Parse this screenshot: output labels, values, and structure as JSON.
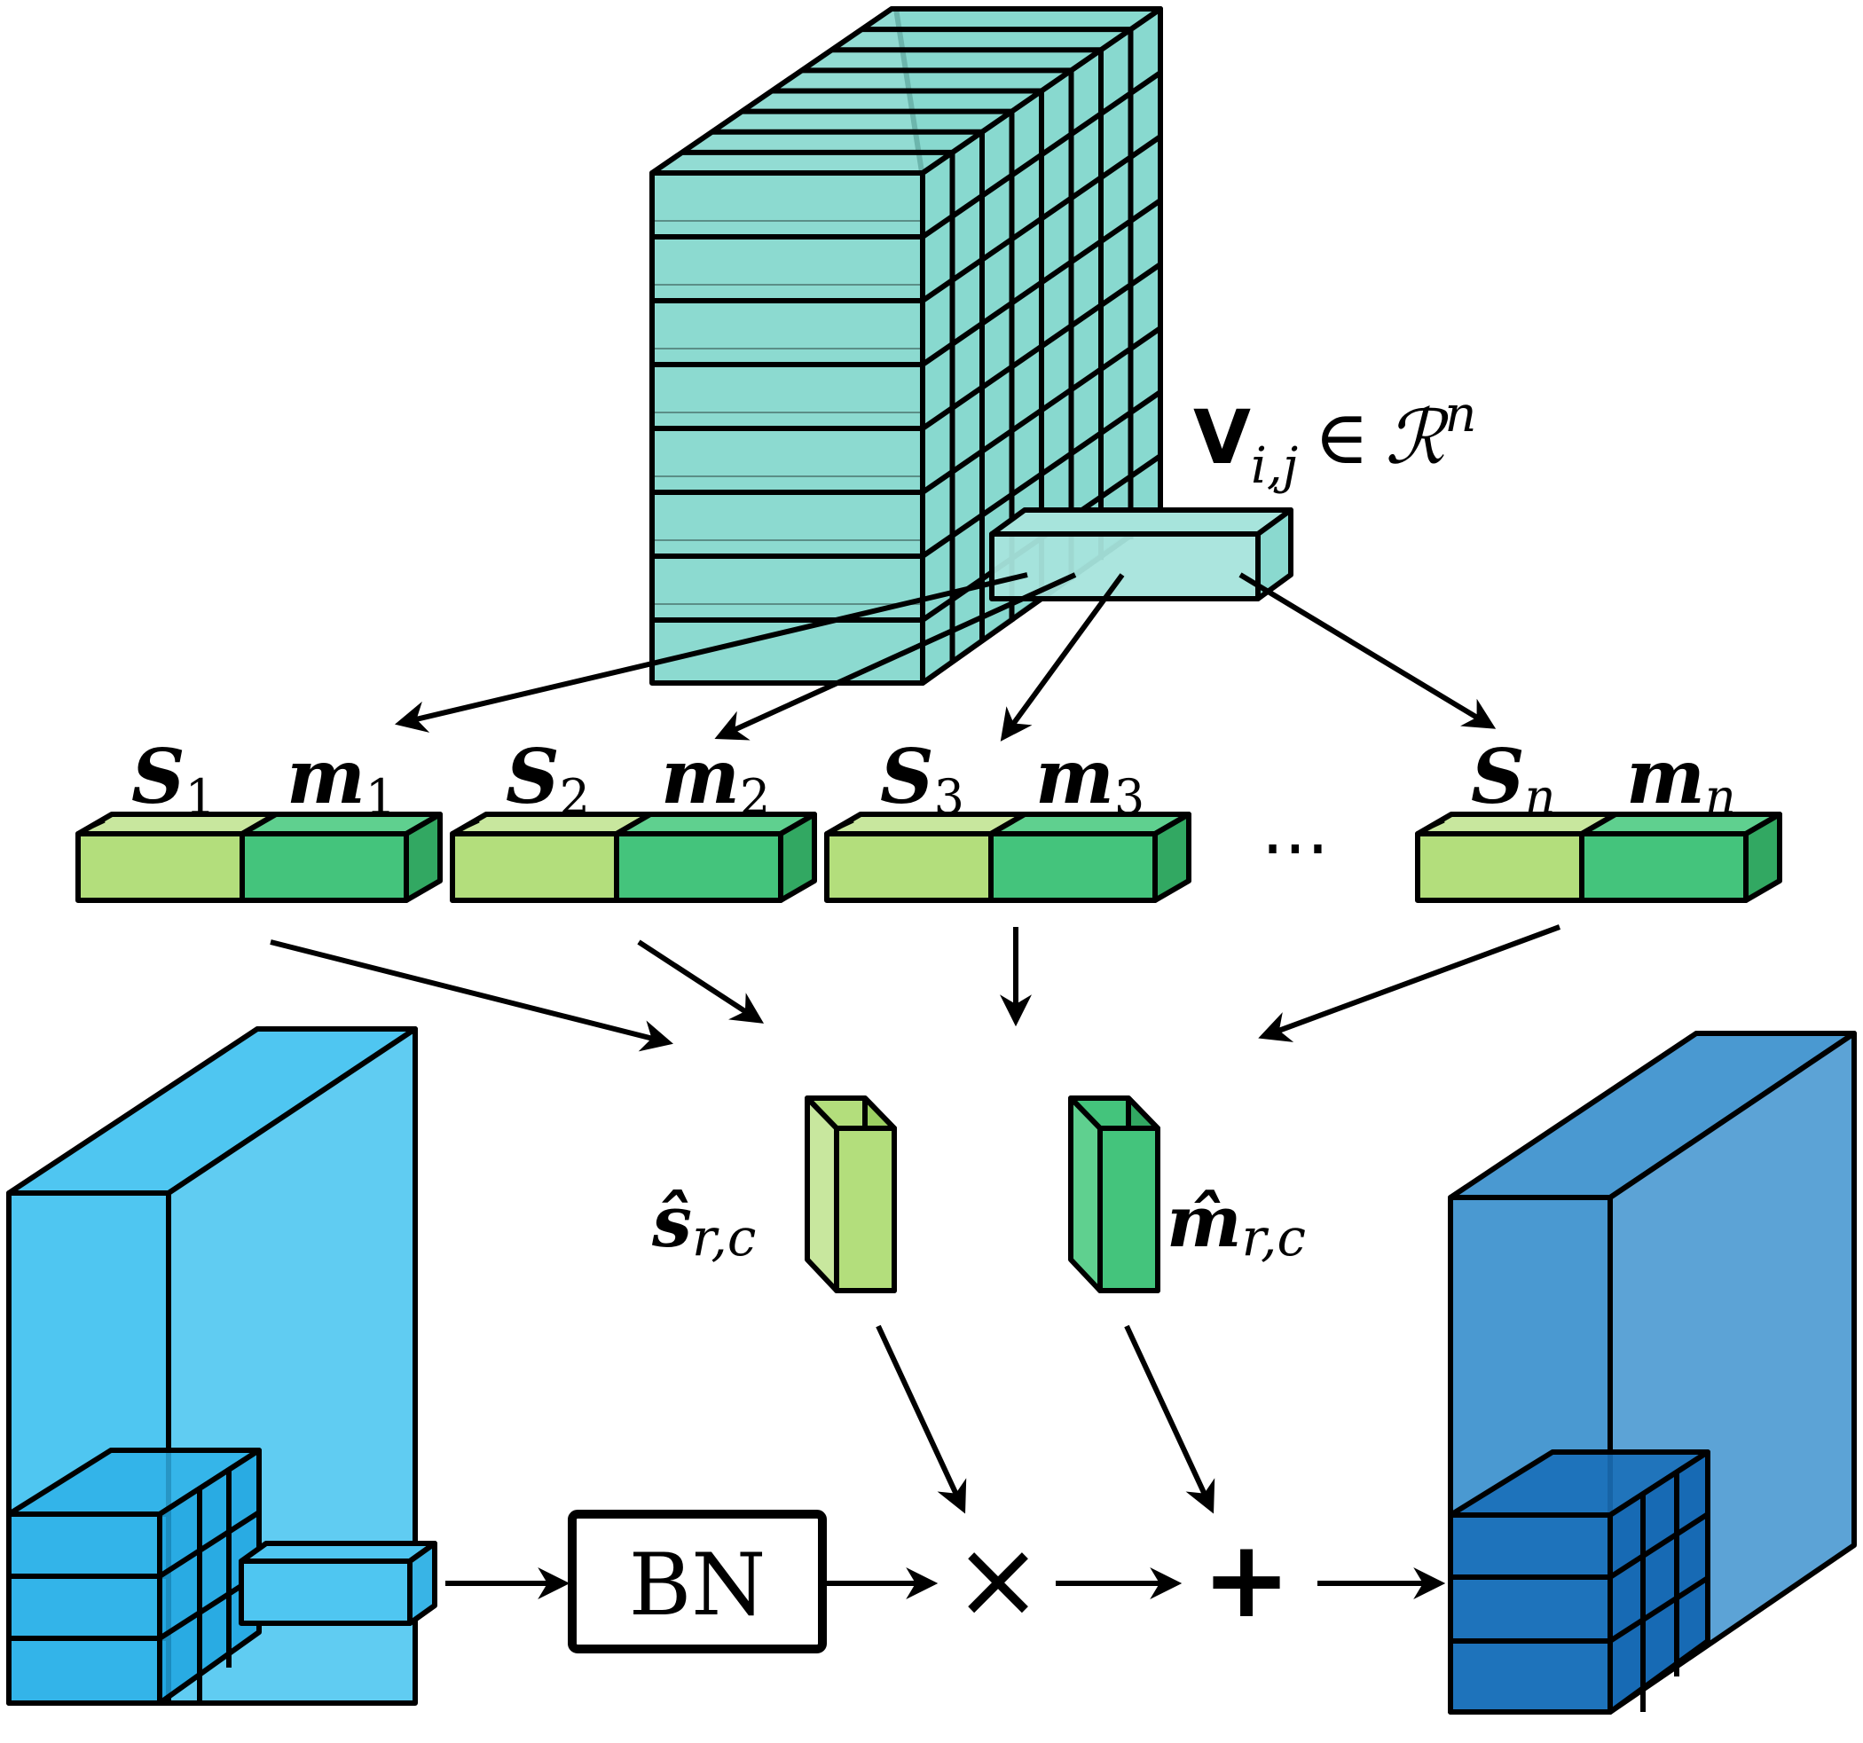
{
  "colors": {
    "tensor_top": "#7fd6cb",
    "tensor_left": "#4fc6f1",
    "tensor_right": "#4a99d1",
    "s_vector": "#b3de7c",
    "m_vector": "#44c47c",
    "stroke": "#000000"
  },
  "vector_label": {
    "symbol": "V",
    "subscript": "i,j",
    "relation": "∈",
    "space": "ℛ",
    "superscript": "n"
  },
  "groups": [
    {
      "s_label": "S",
      "s_sub": "1",
      "m_label": "m",
      "m_sub": "1"
    },
    {
      "s_label": "S",
      "s_sub": "2",
      "m_label": "m",
      "m_sub": "2"
    },
    {
      "s_label": "S",
      "s_sub": "3",
      "m_label": "m",
      "m_sub": "3"
    },
    {
      "s_label": "S",
      "s_sub": "n",
      "m_label": "m",
      "m_sub": "n"
    }
  ],
  "ellipsis": "···",
  "selected": {
    "s_hat": "ŝ",
    "m_hat": "m̂",
    "sub": "r,c"
  },
  "ops": {
    "bn": "BN",
    "multiply": "×",
    "add": "+"
  }
}
